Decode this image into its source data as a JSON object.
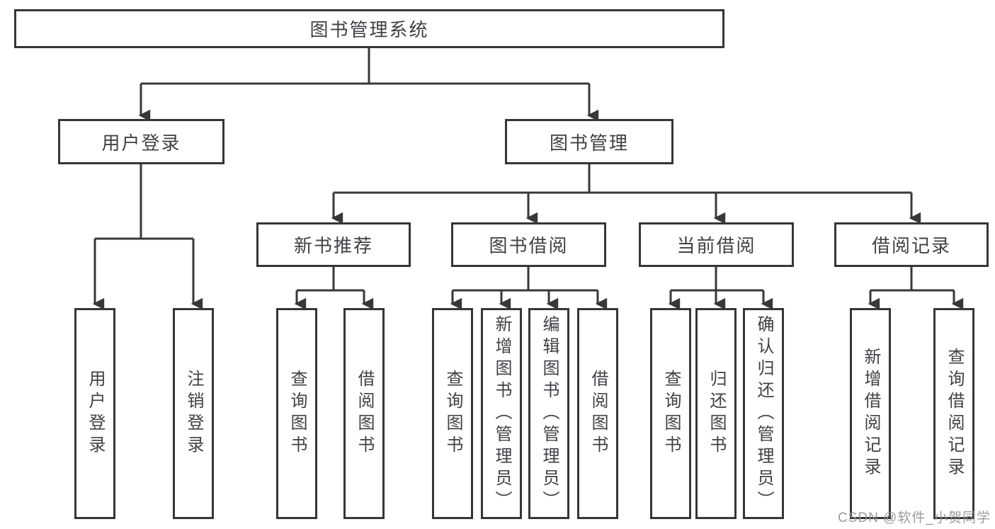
{
  "diagram": {
    "title": "图书管理系统",
    "type": "tree-structure-diagram"
  },
  "nodes": {
    "root": {
      "label": "图书管理系统"
    },
    "user_login": {
      "label": "用户登录"
    },
    "book_management": {
      "label": "图书管理"
    },
    "new_book_recommend": {
      "label": "新书推荐"
    },
    "book_borrow": {
      "label": "图书借阅"
    },
    "current_borrow": {
      "label": "当前借阅"
    },
    "borrow_records": {
      "label": "借阅记录"
    },
    "login_leaf": {
      "label": "用户登录"
    },
    "logout_leaf": {
      "label": "注销登录"
    },
    "nb_query_books": {
      "label": "查询图书"
    },
    "nb_borrow_books": {
      "label": "借阅图书"
    },
    "bb_query_books": {
      "label": "查询图书"
    },
    "bb_add_books_admin": {
      "label": "新增图书（管理员）"
    },
    "bb_edit_books_admin": {
      "label": "编辑图书（管理员）"
    },
    "bb_borrow_books": {
      "label": "借阅图书"
    },
    "cb_query_books": {
      "label": "查询图书"
    },
    "cb_return_books": {
      "label": "归还图书"
    },
    "cb_confirm_return_admin": {
      "label": "确认归还（管理员）"
    },
    "br_add_record": {
      "label": "新增借阅记录"
    },
    "br_query_record": {
      "label": "查询借阅记录"
    }
  },
  "watermark": {
    "text": "CSDN @软件_小贺同学"
  },
  "colors": {
    "line": "#383838",
    "border": "#343638",
    "text": "#3e4246",
    "background": "#ffffff",
    "watermark": "#949494"
  }
}
